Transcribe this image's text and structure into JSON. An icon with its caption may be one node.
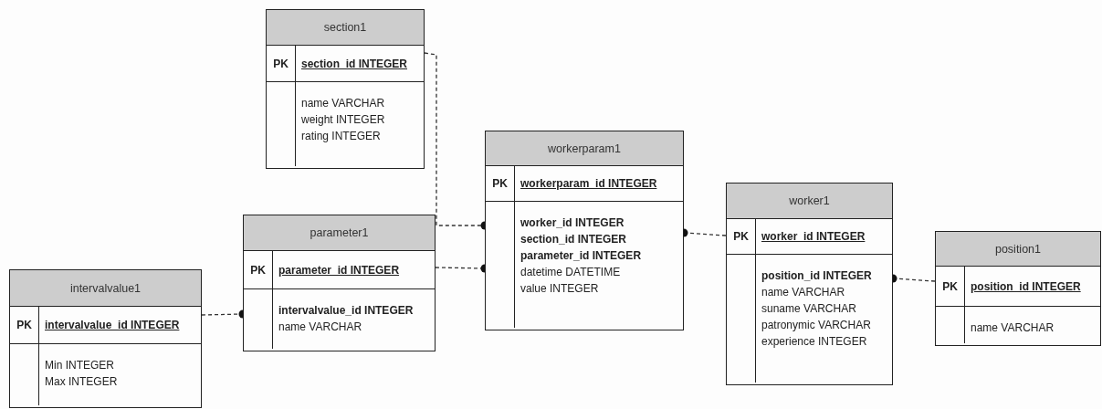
{
  "diagram": {
    "nodes": [
      {
        "text": [
          "section1",
          "PK",
          "section_id INTEGER",
          "name VARCHAR",
          "weight INTEGER",
          "rating INTEGER"
        ]
      },
      {
        "text": [
          "parameter1",
          "PK",
          "parameter_id INTEGER",
          "**intervalvalue_id INTEGER**",
          "name VARCHAR"
        ]
      },
      {
        "text": [
          "intervalvalue1",
          "PK",
          "intervalvalue_id INTEGER",
          "Min INTEGER",
          "Max INTEGER"
        ]
      },
      {
        "text": [
          "workerparam1",
          "PK",
          "workerparam_id INTEGER",
          "**worker_id INTEGER**",
          "**section_id INTEGER**",
          "**parameter_id INTEGER**",
          "datetime DATETIME",
          "value INTEGER"
        ]
      },
      {
        "text": [
          "worker1",
          "PK",
          "worker_id INTEGER",
          "**position_id INTEGER**",
          "name VARCHAR",
          "suname VARCHAR",
          "patronymic VARCHAR",
          "experience INTEGER"
        ]
      },
      {
        "text": [
          "position1",
          "PK",
          "position_id INTEGER",
          "name VARCHAR"
        ]
      }
    ],
    "edges": [
      {
        "from": 0,
        "to": 3,
        "arrow": "other",
        "style": "dashed"
      },
      {
        "from": 1,
        "to": 3,
        "arrow": "other",
        "style": "dashed"
      },
      {
        "from": 2,
        "to": 1,
        "arrow": "other",
        "style": "dashed"
      },
      {
        "from": 4,
        "to": 3,
        "arrow": "other",
        "style": "dashed"
      },
      {
        "from": 5,
        "to": 4,
        "arrow": "other",
        "style": "dashed"
      }
    ]
  }
}
